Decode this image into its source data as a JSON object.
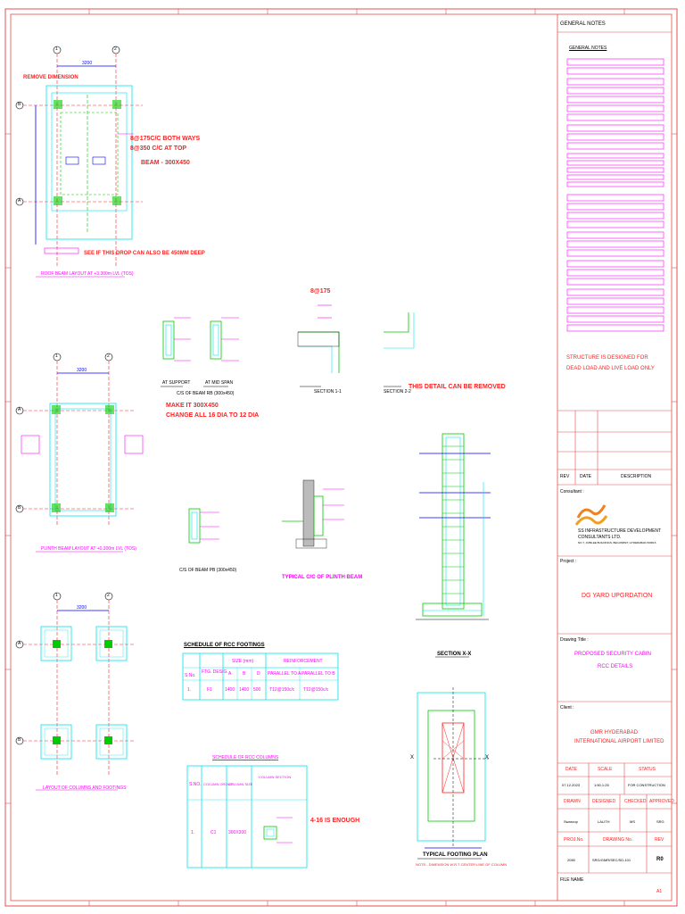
{
  "drawing": {
    "general_notes_title": "GENERAL NOTES",
    "general_notes_subtitle": "GENERAL NOTES",
    "structure_note_1": "STRUCTURE IS DESIGNED FOR",
    "structure_note_2": "DEAD LOAD AND LIVE LOAD ONLY",
    "markup": {
      "remove_dimension": "REMOVE DIMENSION",
      "rebar_1": "8@175C/C BOTH WAYS",
      "rebar_2": "8@350 C/C AT TOP",
      "beam": "BEAM - 300X450",
      "drop": "SEE IF THIS DROP CAN ALSO BE 450MM DEEP",
      "make_it": "MAKE IT 300X450",
      "change_dia": "CHANGE ALL 16 DIA TO 12 DIA",
      "detail_removed": "THIS DETAIL CAN BE REMOVED",
      "rebar_8_175": "8@175",
      "enough": "4-16 IS ENOUGH"
    },
    "plan_titles": {
      "roof_beam": "ROOF BEAM LAYOUT AT +3.300m LVL (TOS)",
      "plinth_beam": "PLINTH BEAM LAYOUT AT +0.300m LVL (TOS)",
      "layout_column": "LAYOUT OF COLUMNS AND FOOTINGS",
      "section_x": "SECTION X-X",
      "typ_footing": "TYPICAL FOOTING PLAN",
      "typ_plinth": "TYPICAL C/C OF PLINTH BEAM",
      "cs_beam_roof": "C/S OF BEAM RB (300x450)",
      "cs_beam_plinth": "C/S OF BEAM PB (300x450)",
      "at_support": "AT SUPPORT",
      "at_mid_span": "AT MID SPAN",
      "section_11": "SECTION 1-1",
      "section_22": "SECTION 2-2",
      "footing_note": "NOTE:- DIMENSION W.R.T CENTER LINE OF COLUMN"
    },
    "dims": {
      "d1": "3200",
      "d2": "3200",
      "d3": "3200",
      "grid_1": "1",
      "grid_2": "2",
      "grid_a": "A",
      "grid_b": "B",
      "axis_x": "X"
    },
    "footing_table": {
      "title": "SCHEDULE OF RCC FOOTINGS",
      "headers": [
        "S.No.",
        "FTG. DESIG.",
        "SIZE (mm)",
        "REINFORCEMENT"
      ],
      "sub_headers": [
        "A",
        "B",
        "D",
        "PARALLEL TO A",
        "PARALLEL TO B"
      ],
      "row": [
        "1.",
        "F1",
        "1400",
        "1400",
        "500",
        "T12@150c/c",
        "T12@150c/c"
      ]
    },
    "column_table": {
      "title": "SCHEDULE OF RCC COLUMNS",
      "headers": [
        "S.NO.",
        "COLUMN GROUP",
        "COLUMN SIZE",
        "COLUMN SECTION"
      ],
      "row": [
        "1.",
        "C1",
        "300X300"
      ]
    }
  },
  "title_block": {
    "rev_headers": [
      "REV",
      "DATE",
      "DESCRIPTION"
    ],
    "consultant_label": "Consultant :",
    "consultant_name": "SS INFRASTRUCTURE DEVELOPMENT",
    "consultant_name_2": "CONSULTANTS LTD.",
    "consultant_addr": "NO.7, JUBILEE BUILDINGS, BEGUMPET, HYDERABAD-500016",
    "project_label": "Project :",
    "project_name": "DG YARD UPGRDATION",
    "drawing_title_label": "Drawing Title :",
    "drawing_title_1": "PROPOSED SECURITY CABIN",
    "drawing_title_2": "RCC DETAILS",
    "client_label": "Client :",
    "client_1": "GMR HYDERABAD",
    "client_2": "INTERNATIONAL AIRPORT LIMITED",
    "headers_row1": [
      "DATE",
      "SCALE",
      "STATUS"
    ],
    "values_row1": [
      "07.12.2023",
      "1:50,1:25",
      "FOR CONSTRUCTION"
    ],
    "headers_row2": [
      "DRAWN",
      "DESIGNED",
      "CHECKED",
      "APPROVED"
    ],
    "values_row2": [
      "Swaroop",
      "LALITH",
      "MS",
      "SRG"
    ],
    "headers_row3": [
      "PROJ.No.",
      "DRAWING No.",
      "REV"
    ],
    "values_row3": [
      "2050",
      "SRG/GMR/SEC/SD-101",
      "R0"
    ],
    "file_name_label": "FILE NAME",
    "sheet_size": "A1"
  },
  "colors": {
    "border": "#e05050",
    "cyan": "#00e5ee",
    "magenta": "#ff00ff",
    "red": "#ff2020",
    "green": "#00cc00",
    "blue": "#0000ff"
  }
}
